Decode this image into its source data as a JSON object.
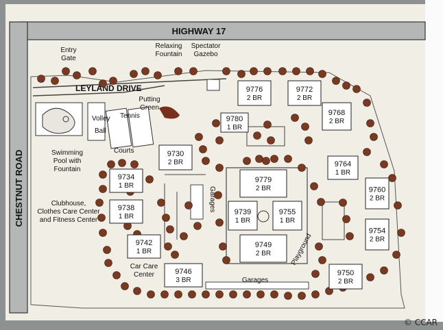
{
  "roads": {
    "north": "HIGHWAY 17",
    "west": "CHESTNUT ROAD",
    "internal": "LEYLAND DRIVE"
  },
  "amenities": {
    "entry_gate": [
      "Entry",
      "Gate"
    ],
    "relaxing_fountain": [
      "Relaxing",
      "Fountain"
    ],
    "spectator_gazebo": [
      "Spectator",
      "Gazebo"
    ],
    "putting_green": [
      "Putting",
      "Green"
    ],
    "volley": "Volley",
    "ball": "Ball",
    "tennis": "Tennis",
    "courts": "Courts",
    "swimming_pool": [
      "Swimming",
      "Pool with",
      "Fountain"
    ],
    "clubhouse": [
      "Clubhouse,",
      "Clothes Care Center",
      "and Fitness Center"
    ],
    "car_care": [
      "Car Care",
      "Center"
    ],
    "playground": "Playground",
    "garages_lower": "Garages",
    "garages_mid": "Garages"
  },
  "buildings": [
    {
      "id": "b9776",
      "number": "9776",
      "beds": "2 BR"
    },
    {
      "id": "b9772",
      "number": "9772",
      "beds": "2 BR"
    },
    {
      "id": "b9780",
      "number": "9780",
      "beds": "1 BR"
    },
    {
      "id": "b9768",
      "number": "9768",
      "beds": "2 BR"
    },
    {
      "id": "b9730",
      "number": "9730",
      "beds": "2 BR"
    },
    {
      "id": "b9764",
      "number": "9764",
      "beds": "1 BR"
    },
    {
      "id": "b9734",
      "number": "9734",
      "beds": "1 BR"
    },
    {
      "id": "b9779",
      "number": "9779",
      "beds": "2 BR"
    },
    {
      "id": "b9760",
      "number": "9760",
      "beds": "2 BR"
    },
    {
      "id": "b9738",
      "number": "9738",
      "beds": "1 BR"
    },
    {
      "id": "b9739",
      "number": "9739",
      "beds": "1 BR"
    },
    {
      "id": "b9755",
      "number": "9755",
      "beds": "1 BR"
    },
    {
      "id": "b9754",
      "number": "9754",
      "beds": "2 BR"
    },
    {
      "id": "b9742",
      "number": "9742",
      "beds": "1 BR"
    },
    {
      "id": "b9749",
      "number": "9749",
      "beds": "2 BR"
    },
    {
      "id": "b9746",
      "number": "9746",
      "beds": "3 BR"
    },
    {
      "id": "b9750",
      "number": "9750",
      "beds": "2 BR"
    }
  ],
  "credit": "© CCAR",
  "colors": {
    "paper": "#f1eee6",
    "road": "#b5b7b6",
    "tree": "#7a3a22",
    "building": "#ffffff"
  }
}
